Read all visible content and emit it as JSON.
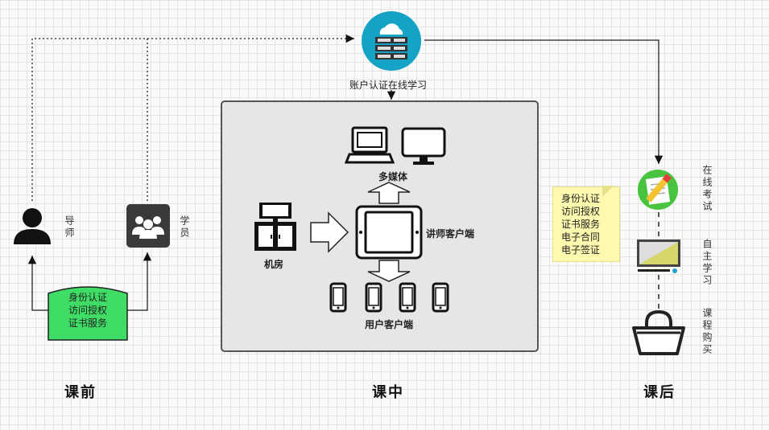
{
  "cloud": {
    "label": "账户认证在线学习"
  },
  "before": {
    "section_label": "课前",
    "tutor_label": "导师",
    "student_label": "学员",
    "auth_box": [
      "身份认证",
      "访问授权",
      "证书服务"
    ]
  },
  "during": {
    "section_label": "课中",
    "multimedia_label": "多媒体",
    "classroom_label": "机房",
    "teacher_client_label": "讲师客户端",
    "user_client_label": "用户客户端"
  },
  "after": {
    "section_label": "课后",
    "note_lines": [
      "身份认证",
      "访问授权",
      "证书服务",
      "电子合同",
      "电子签证"
    ],
    "exam_label": "在线考试",
    "selfstudy_label": "自主学习",
    "purchase_label": "课程购买"
  },
  "colors": {
    "cloud_teal": "#14a3c4",
    "auth_green": "#3fdd66",
    "note_yellow": "#fdfab0",
    "panel_gray": "#e6e6e6"
  },
  "icons": [
    "user-icon",
    "group-icon",
    "cloud-server-icon",
    "laptop-icon",
    "monitor-icon",
    "tablet-icon",
    "phone-icon",
    "cabinet-icon",
    "pencil-paper-icon",
    "screen-icon",
    "basket-icon"
  ]
}
